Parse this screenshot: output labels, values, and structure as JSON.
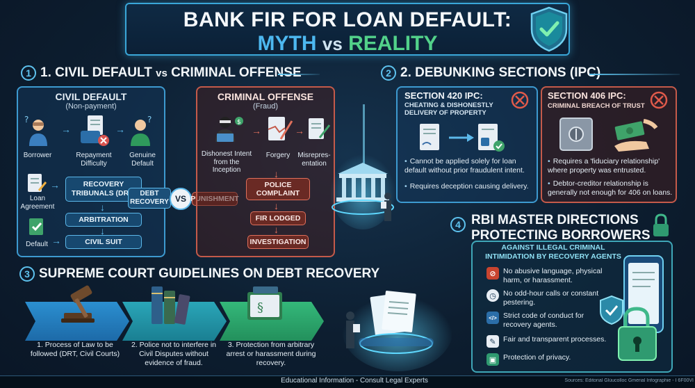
{
  "title": {
    "line1": "BANK FIR FOR LOAN DEFAULT:",
    "myth": "MYTH",
    "vs": "vs",
    "reality": "REALITY"
  },
  "section1": {
    "num": "1",
    "title_a": "1. CIVIL DEFAULT",
    "vs": "vs",
    "title_b": "CRIMINAL OFFENSE",
    "civil": {
      "head": "CIVIL DEFAULT",
      "sub": "(Non-payment)",
      "borrower": "Borrower",
      "repayment": "Repayment Difficulty",
      "genuine": "Genuine Default",
      "loan_agreement": "Loan Agreement",
      "default": "Default",
      "drt": "RECOVERY TRIBUNALS (DRT)",
      "arbitration": "ARBITRATION",
      "civil_suit": "CIVIL SUIT"
    },
    "debt_recovery": "DEBT RECOVERY",
    "vs_badge": "VS",
    "punishment": "PUNISHMENT",
    "criminal": {
      "head": "CRIMINAL OFFENSE",
      "sub": "(Fraud)",
      "dishonest": "Dishonest Intent from the Inception",
      "forgery": "Forgery",
      "misrep": "Misrepres-entation",
      "police": "POLICE COMPLAINT",
      "fir": "FIR LODGED",
      "investigation": "INVESTIGATION"
    }
  },
  "section2": {
    "num": "2",
    "title": "2. DEBUNKING SECTIONS (IPC)",
    "s420": {
      "head": "SECTION 420 IPC:",
      "sub": "CHEATING & DISHONESTLY DELIVERY OF PROPERTY",
      "b1": "Cannot be applied solely for loan default without prior fraudulent intent.",
      "b2": "Requires deception causing delivery."
    },
    "s406": {
      "head": "SECTION 406 IPC:",
      "sub": "CRIMINAL BREACH OF TRUST",
      "b1": "Requires a 'fiduciary relationship' where property was entrusted.",
      "b2": "Debtor-creditor relationship is generally not enough for 406 on loans."
    }
  },
  "section3": {
    "num": "3",
    "title": "SUPREME COURT GUIDELINES ON DEBT RECOVERY",
    "steps": [
      "1. Process of Law to be followed (DRT, Civil Courts)",
      "2. Police not to interfere in Civil Disputes without evidence of fraud.",
      "3. Protection from arbitrary arrest or harassment during recovery."
    ]
  },
  "section4": {
    "num": "4",
    "title_l1": "RBI MASTER DIRECTIONS",
    "title_l2": "PROTECTING BORROWERS",
    "panel_head": "AGAINST ILLEGAL CRIMINAL INTIMIDATION BY RECOVERY AGENTS",
    "items": [
      "No abusive language, physical harm, or harassment.",
      "No odd-hour calls or constant pestering.",
      "Strict code of conduct for recovery agents.",
      "Fair and transparent processes.",
      "Protection of privacy."
    ]
  },
  "footer": {
    "center": "Educational Information - Consult Legal Experts",
    "right": "Sources: Editorial Glúucolloc Gmerial Infographie - I 6F00VI"
  },
  "colors": {
    "accent_blue": "#3aa7d8",
    "criminal_red": "#c45a4a",
    "reality_green": "#52d18a"
  }
}
